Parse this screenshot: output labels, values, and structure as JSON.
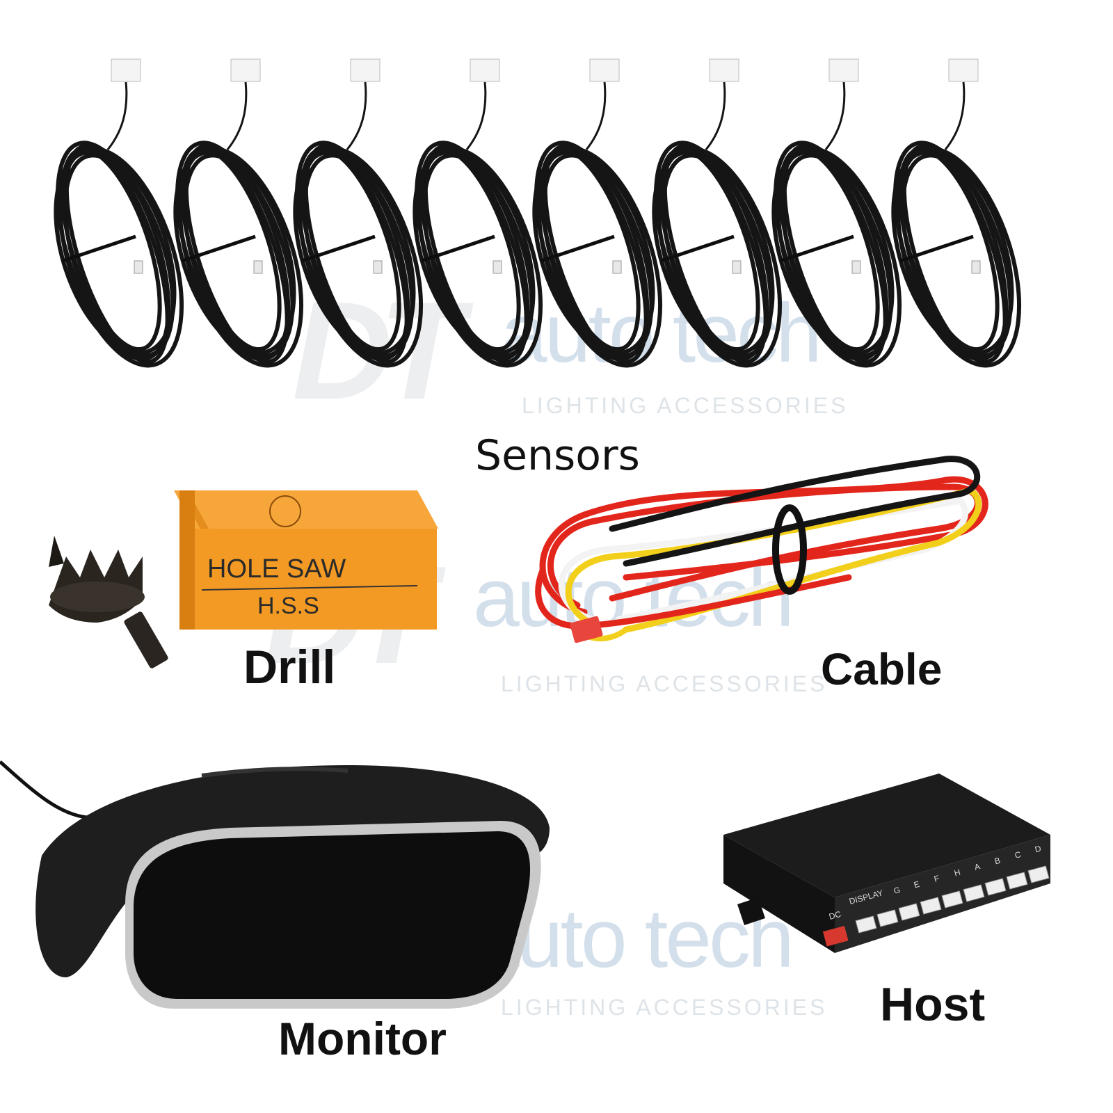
{
  "watermark": {
    "brand_letters": "DT",
    "brand_name": "auto tech",
    "tagline": "LIGHTING ACCESSORIES"
  },
  "captions": {
    "sensors": "Sensors",
    "drill": "Drill",
    "cable": "Cable",
    "monitor": "Monitor",
    "host": "Host"
  },
  "drill_box": {
    "line1": "HOLE   SAW",
    "line2": "H.S.S"
  },
  "host_box": {
    "port_labels": [
      "DC",
      "DISPLAY",
      "G",
      "E",
      "F",
      "H",
      "A",
      "B",
      "C",
      "D"
    ]
  },
  "sensor_count": 8,
  "colors": {
    "cable_black": "#151515",
    "box_orange": "#f39a24",
    "wire_red": "#e3261c",
    "wire_yellow": "#f2cf1a",
    "connector_red": "#e8453d"
  }
}
